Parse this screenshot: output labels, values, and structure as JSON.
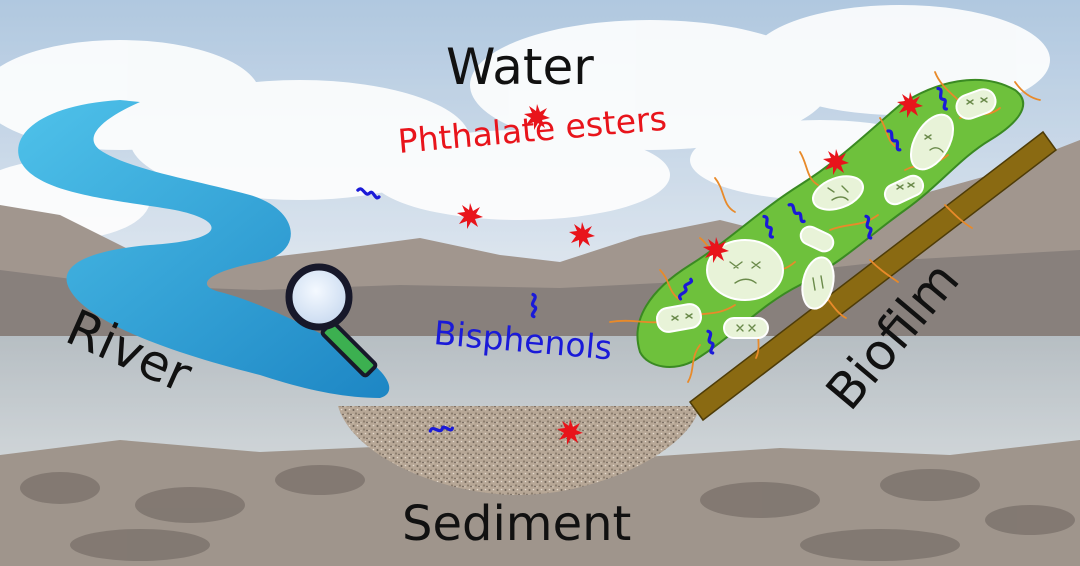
{
  "labels": {
    "water": "Water",
    "phthalate_esters": "Phthalate esters",
    "bisphenols": "Bisphenols",
    "river": "River",
    "sediment": "Sediment",
    "biofilm": "Biofilm"
  },
  "colors": {
    "phthalate_esters": "#e8141b",
    "bisphenols": "#1a1ad8",
    "river": "#2aa3d6",
    "biofilm": "#6ec13c",
    "substrate": "#8a6a12",
    "sediment": "#a8998a",
    "bacteria_tendrils": "#e88a2a"
  },
  "icons": {
    "phthalate_molecule": "red-starburst-icon",
    "bisphenol_molecule": "blue-squiggle-icon",
    "search": "magnifying-glass-icon"
  }
}
